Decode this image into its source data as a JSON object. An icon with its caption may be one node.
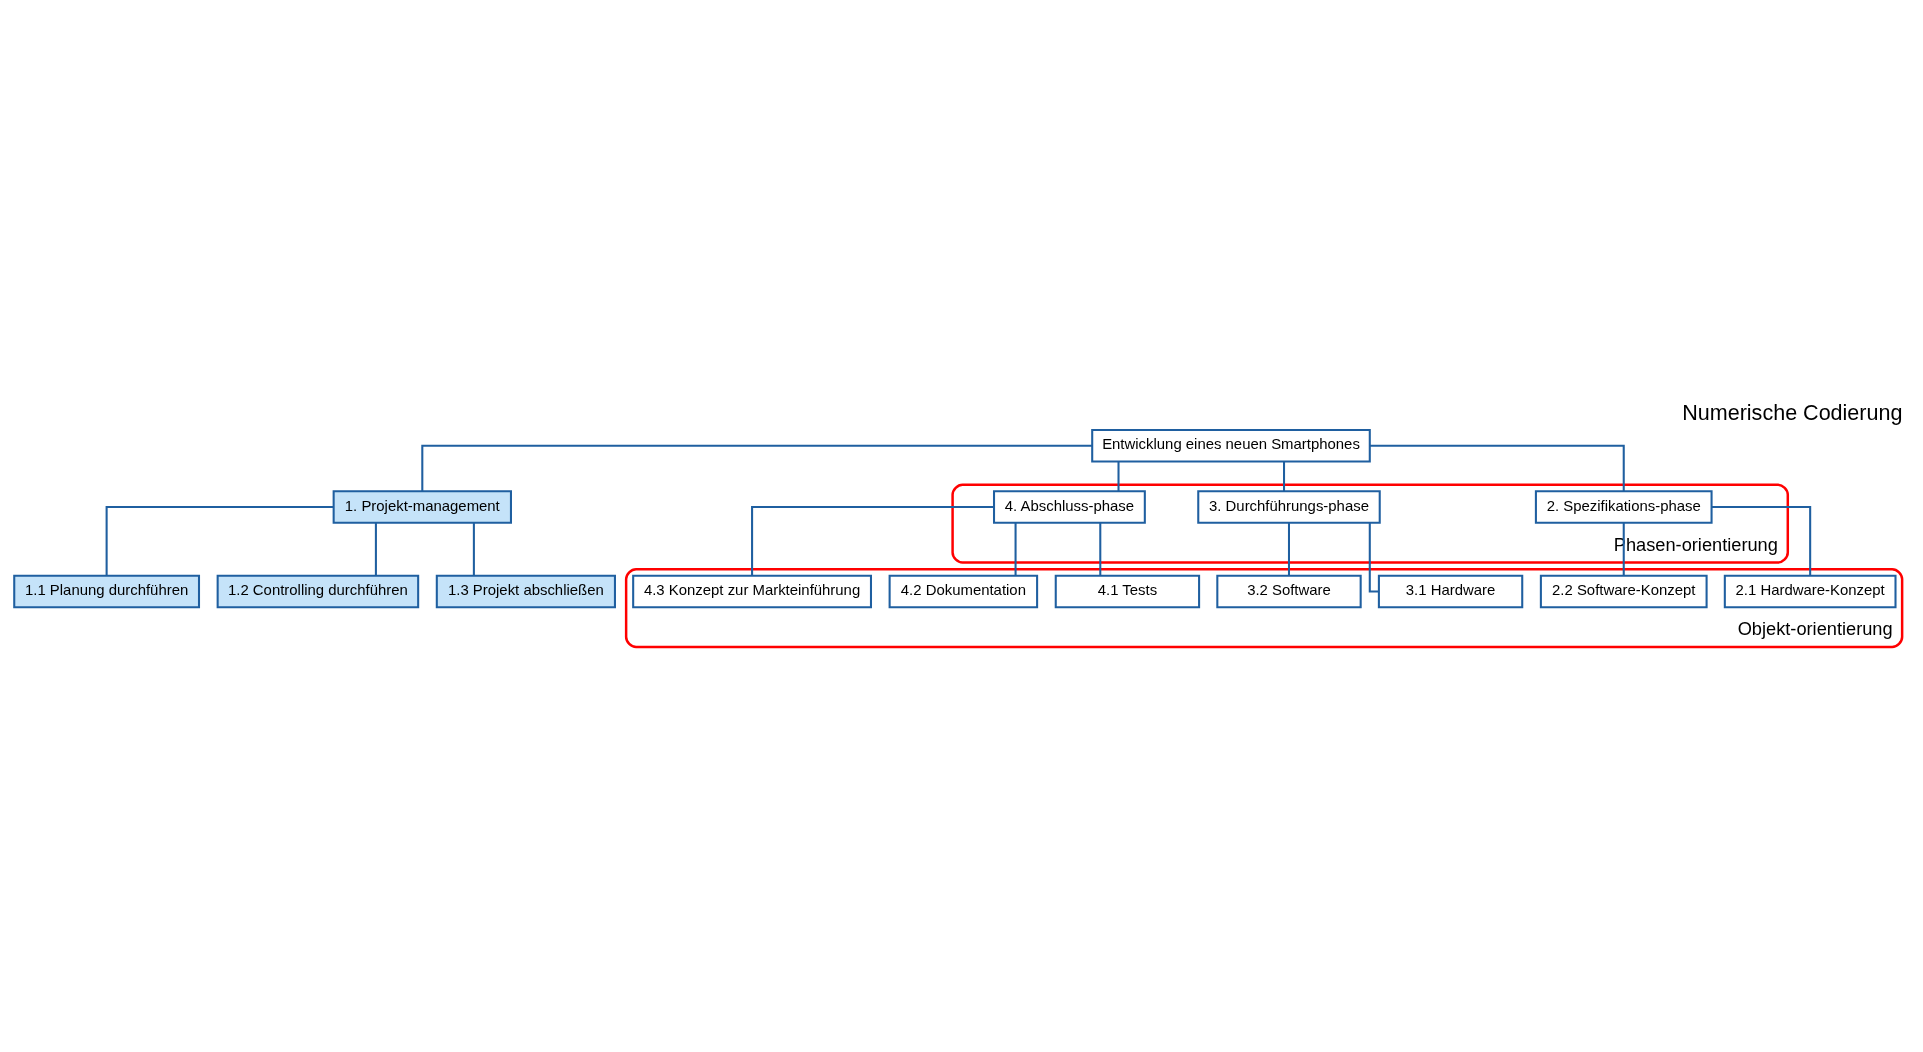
{
  "diagram": {
    "title": "Numerische Codierung",
    "nodes": [
      {
        "text": [
          "Entwicklung eines neuen Smartphones"
        ]
      },
      {
        "text": [
          "1. Projekt-management"
        ]
      },
      {
        "text": [
          "Phasen-orientierung"
        ]
      },
      {
        "text": [
          "2. Spezifikations-phase"
        ],
        "in": 2
      },
      {
        "text": [
          "3. Durchführungs-phase"
        ],
        "in": 2
      },
      {
        "text": [
          "4. Abschluss-phase"
        ],
        "in": 2
      },
      {
        "text": [
          "1.1 Planung durchführen"
        ]
      },
      {
        "text": [
          "Objekt-orientierung"
        ]
      },
      {
        "text": [
          "2.1 Hardware-Konzept"
        ],
        "in": 7
      },
      {
        "text": [
          "3.1 Hardware"
        ],
        "in": 7
      },
      {
        "text": [
          "4.1 Tests"
        ],
        "in": 7
      },
      {
        "text": [
          "1.2 Controlling durchführen"
        ]
      },
      {
        "text": [
          "2.2 Software-Konzept"
        ],
        "in": 7
      },
      {
        "text": [
          "3.2 Software"
        ],
        "in": 7
      },
      {
        "text": [
          "4.2 Dokumentation"
        ],
        "in": 7
      },
      {
        "text": [
          "1.3 Projekt abschließen"
        ]
      },
      {
        "text": [
          "4.3 Konzept zur Markteinführung"
        ],
        "in": 7
      }
    ],
    "edges": [
      {
        "from": 0,
        "to": 1,
        "arrow": "none"
      },
      {
        "from": 0,
        "to": 3,
        "arrow": "none"
      },
      {
        "from": 0,
        "to": 4,
        "arrow": "none"
      },
      {
        "from": 0,
        "to": 5,
        "arrow": "none"
      },
      {
        "from": 1,
        "to": 6,
        "arrow": "none"
      },
      {
        "from": 1,
        "to": 11,
        "arrow": "none"
      },
      {
        "from": 1,
        "to": 15,
        "arrow": "none"
      },
      {
        "from": 3,
        "to": 8,
        "arrow": "none"
      },
      {
        "from": 3,
        "to": 12,
        "arrow": "none"
      },
      {
        "from": 4,
        "to": 9,
        "arrow": "none"
      },
      {
        "from": 4,
        "to": 13,
        "arrow": "none"
      },
      {
        "from": 5,
        "to": 10,
        "arrow": "none"
      },
      {
        "from": 5,
        "to": 14,
        "arrow": "none"
      },
      {
        "from": 5,
        "to": 16,
        "arrow": "none"
      }
    ]
  }
}
